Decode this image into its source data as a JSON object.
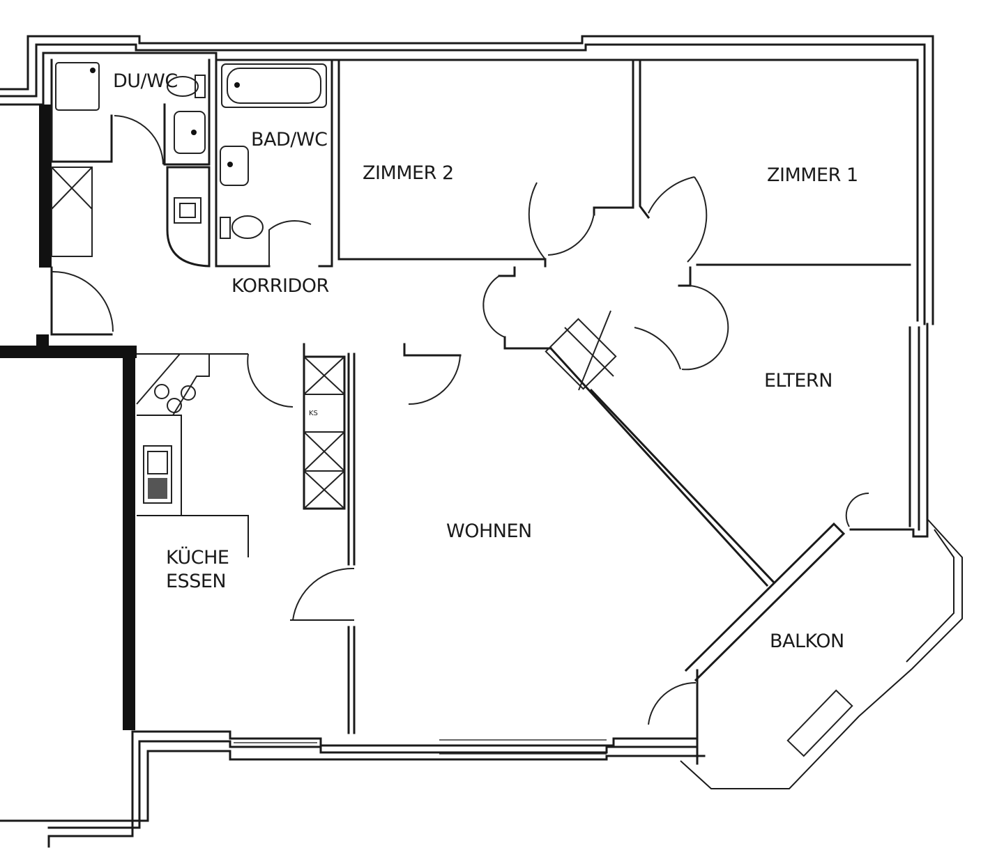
{
  "rooms": {
    "du_wc": "DU/WC",
    "bad_wc": "BAD/WC",
    "zimmer2": "ZIMMER 2",
    "zimmer1": "ZIMMER 1",
    "korridor": "KORRIDOR",
    "eltern": "ELTERN",
    "kueche_line1": "KÜCHE",
    "kueche_line2": "ESSEN",
    "wohnen": "WOHNEN",
    "balkon": "BALKON",
    "ks": "KS"
  }
}
